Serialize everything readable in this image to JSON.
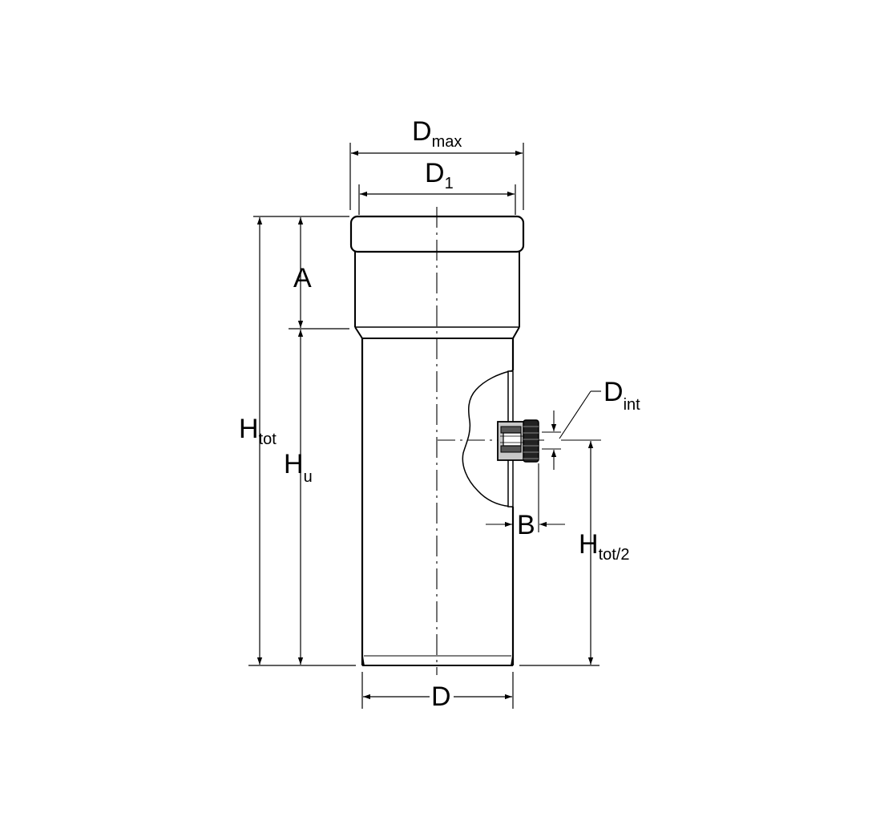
{
  "dimensions": {
    "d_max": {
      "main": "D",
      "sub": "max"
    },
    "d_1": {
      "main": "D",
      "sub": "1"
    },
    "a": {
      "main": "A"
    },
    "h_tot": {
      "main": "H",
      "sub": "tot"
    },
    "h_u": {
      "main": "H",
      "sub": "u"
    },
    "d_int": {
      "main": "D",
      "sub": "int"
    },
    "b": {
      "main": "B"
    },
    "h_tot_half": {
      "main": "H",
      "sub": "tot/2"
    },
    "d": {
      "main": "D"
    }
  },
  "colors": {
    "line": "#000000",
    "background": "#ffffff",
    "plug_fill": "#bbbbbb"
  }
}
